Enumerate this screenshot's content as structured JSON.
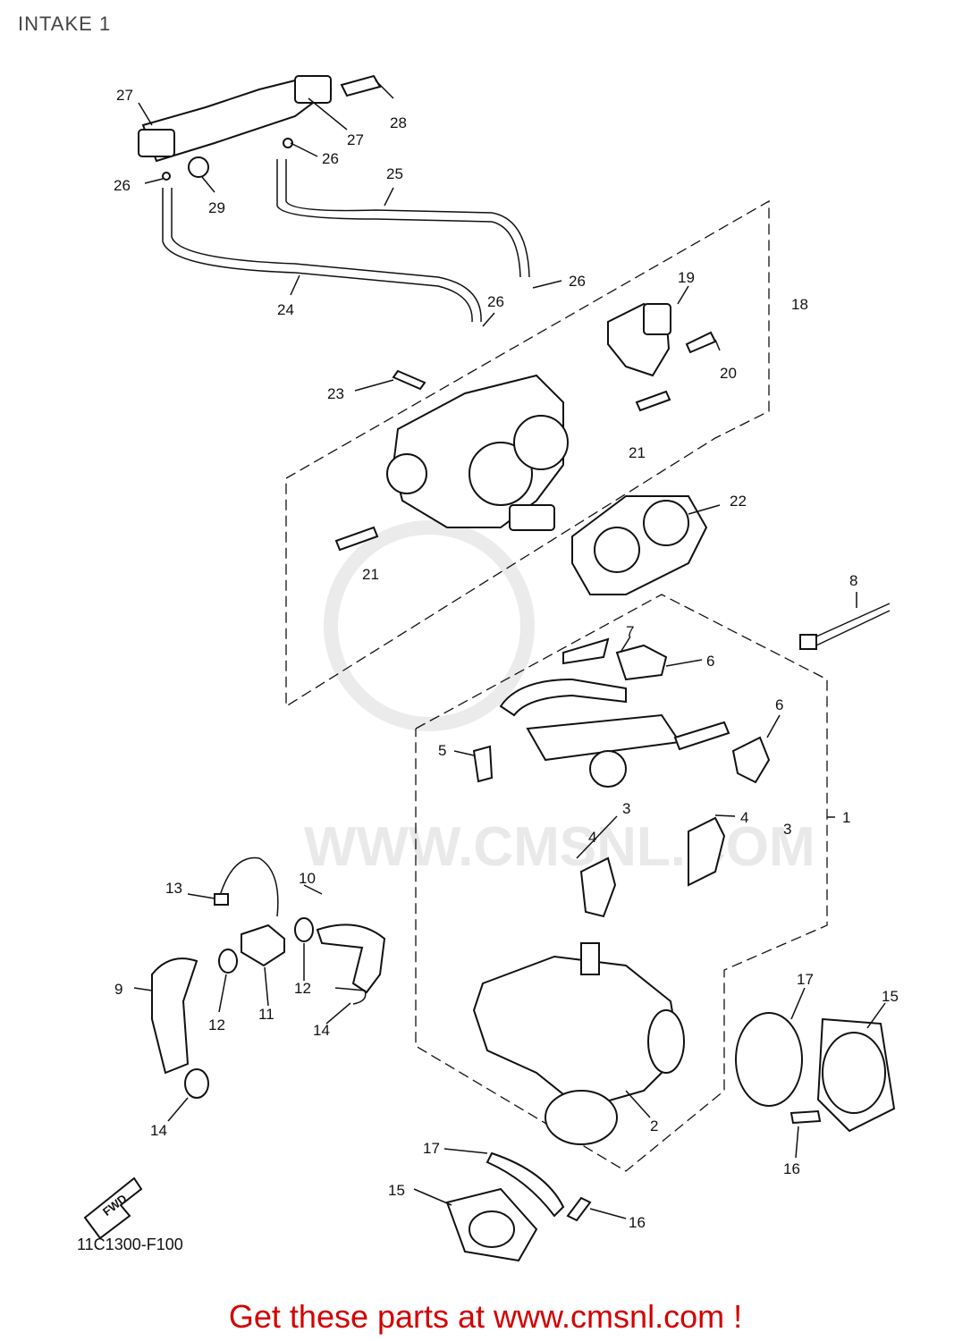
{
  "title": "INTAKE 1",
  "diagram_code": "11C1300-F100",
  "promo_text": "Get these parts at www.cmsnl.com !",
  "watermark": "WWW.CMSNL.COM",
  "fwd_label": "FWD",
  "colors": {
    "promo": "#d40000",
    "ink": "#111111",
    "watermark": "#cfcfcf"
  },
  "callouts": [
    "27",
    "28",
    "27",
    "26",
    "26",
    "29",
    "25",
    "24",
    "26",
    "26",
    "19",
    "18",
    "20",
    "23",
    "21",
    "22",
    "21",
    "8",
    "7",
    "6",
    "6",
    "5",
    "3",
    "4",
    "4",
    "3",
    "1",
    "13",
    "10",
    "9",
    "12",
    "11",
    "12",
    "14",
    "17",
    "15",
    "14",
    "2",
    "17",
    "15",
    "16",
    "16"
  ]
}
